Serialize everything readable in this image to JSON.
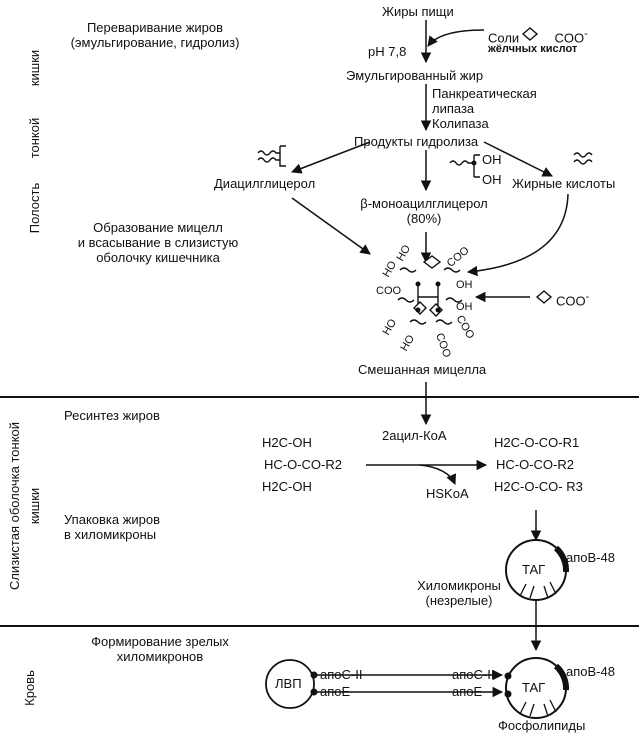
{
  "side_labels": {
    "intestine_lumen": [
      "Полость",
      "тонкой",
      "кишки"
    ],
    "mucosa": [
      "Слизистая оболочка тонкой",
      "кишки"
    ],
    "blood": "Кровь"
  },
  "section1": {
    "step_title": [
      "Переваривание жиров",
      "(эмульгирование, гидролиз)"
    ],
    "dietary_fats": "Жиры пищи",
    "bile_salts": "Соли",
    "bile_salts_sub": "жёлчных кислот",
    "coo": "COO",
    "charge": "-",
    "ph": "pH 7,8",
    "emulsified_fat": "Эмульгированный жир",
    "enzymes": [
      "Панкреатическая",
      "липаза",
      "Колипаза"
    ],
    "hydrolysis_products": "Продукты гидролиза",
    "diacylglycerol": "Диацилглицерол",
    "monoacylglycerol": [
      "β-моноацилглицерол",
      "(80%)"
    ],
    "fatty_acids": "Жирные кислоты",
    "oh": "OH",
    "ho": "HO",
    "micelle_step": [
      "Образование мицелл",
      "и всасывание в слизистую",
      "оболочку кишечника"
    ],
    "mixed_micelle": "Смешанная мицелла"
  },
  "section2": {
    "resynthesis": "Ресинтез жиров",
    "acyl_coa": "2ацил-КоА",
    "hskoa": "HSKoA",
    "mag": [
      "H2C-OH",
      "HC-O-CO-R2",
      "H2C-OH"
    ],
    "tag": [
      "H2C-O-CO-R1",
      "HC-O-CO-R2",
      "H2C-O-CO- R3"
    ],
    "packaging": [
      "Упаковка жиров",
      "в хиломикроны"
    ],
    "chylomicrons": [
      "Хиломикроны",
      "(незрелые)"
    ],
    "tag_core": "ТАГ",
    "apob48": "апоВ-48"
  },
  "section3": {
    "maturation": [
      "Формирование зрелых",
      "хиломикронов"
    ],
    "hdl": "ЛВП",
    "apoc2": "апоС-II",
    "apoe": "апоE",
    "apoc2_right": "апоС-II",
    "apoe_right": "апоE",
    "tag_core": "ТАГ",
    "apob48": "апоВ-48",
    "phospholipids": "Фосфолипиды"
  }
}
